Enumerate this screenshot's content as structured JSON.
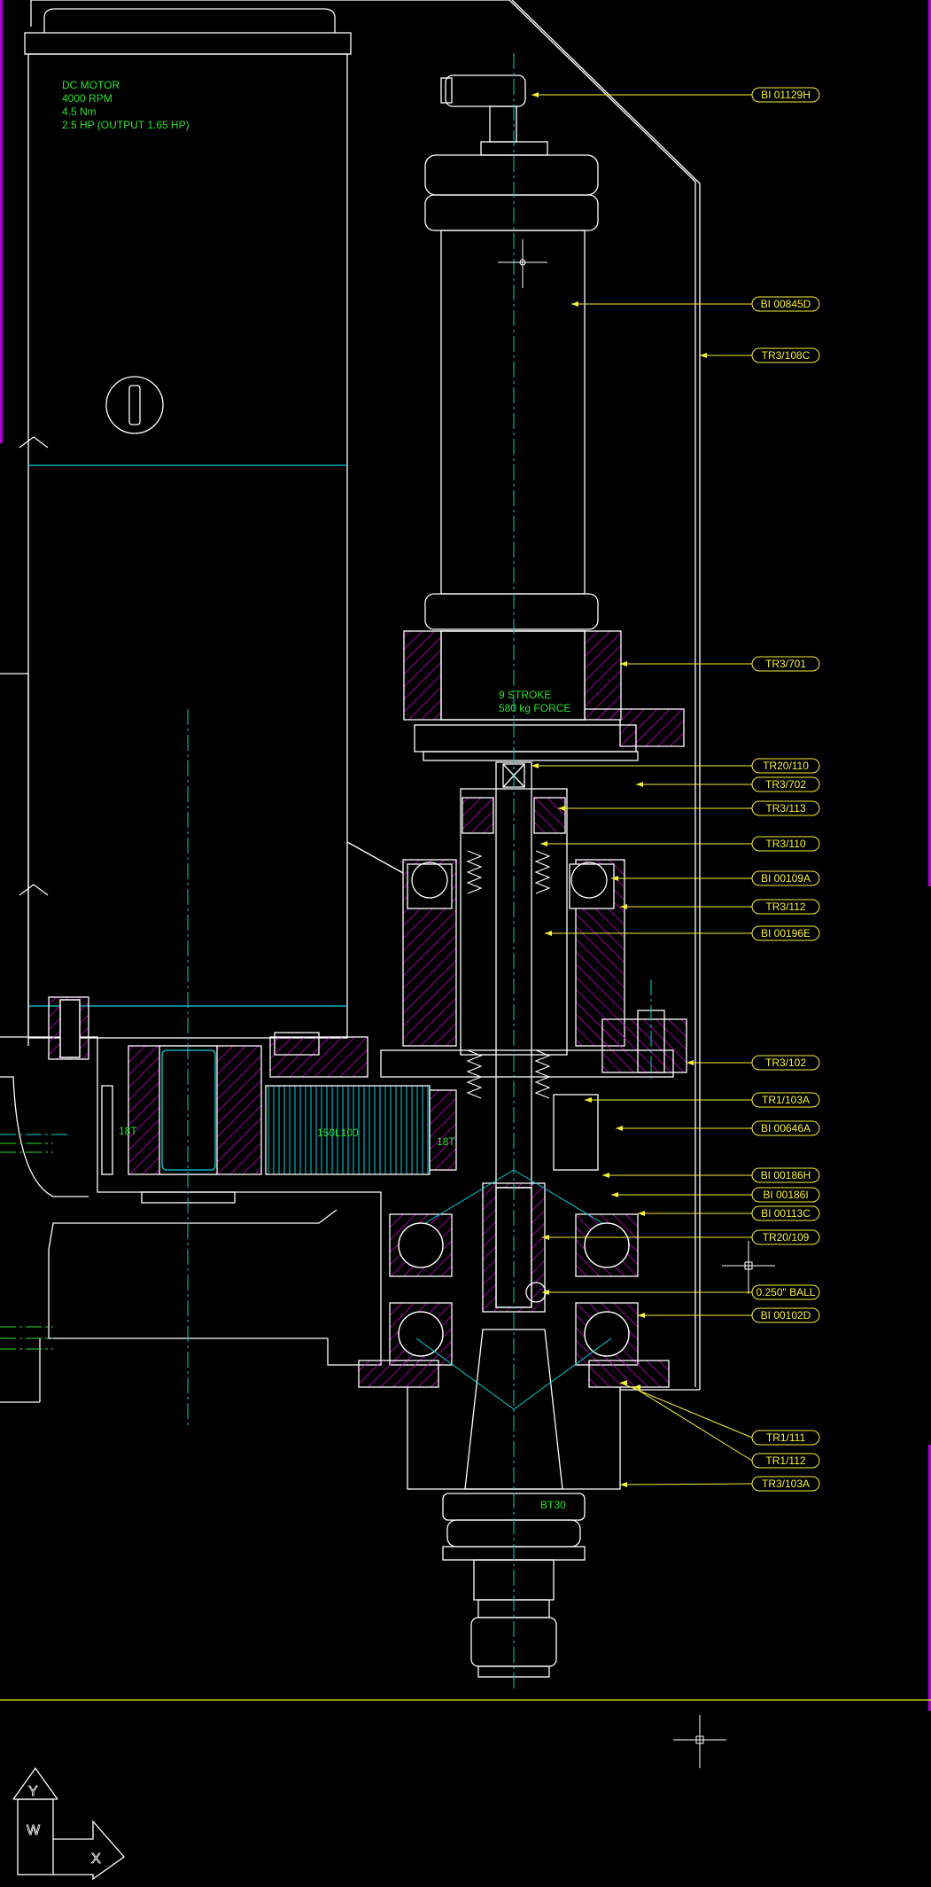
{
  "drawing": {
    "motor_notes": [
      "DC MOTOR",
      "4000 RPM",
      "4.5 Nm",
      "2.5 HP (OUTPUT 1.65 HP)"
    ],
    "cylinder_notes": [
      "9 STROKE",
      "580 kg FORCE"
    ],
    "gear_labels": [
      "18T",
      "150L100",
      "18T"
    ],
    "tool_holder_label": "BT30",
    "callouts": [
      "BI 01129H",
      "BI 00845D",
      "TR3/108C",
      "TR3/701",
      "TR20/110",
      "TR3/702",
      "TR3/113",
      "TR3/110",
      "BI 00109A",
      "TR3/112",
      "BI 00196E",
      "TR3/102",
      "TR1/103A",
      "BI 00646A",
      "BI 00186H",
      "BI 00186I",
      "BI 00113C",
      "TR20/109",
      "0.250\" BALL",
      "BI 00102D",
      "TR1/111",
      "TR1/112",
      "TR3/103A"
    ],
    "ucs": {
      "y_axis": "Y",
      "x_axis": "X",
      "w_mark": "W"
    }
  },
  "colors": {
    "background": "#000000",
    "outline": "#ffffff",
    "centerline": "#00d0d8",
    "callout": "#f5f03a",
    "note": "#2ee02e",
    "hatch": "#c000c0",
    "edge_accent": "#b000d8"
  }
}
